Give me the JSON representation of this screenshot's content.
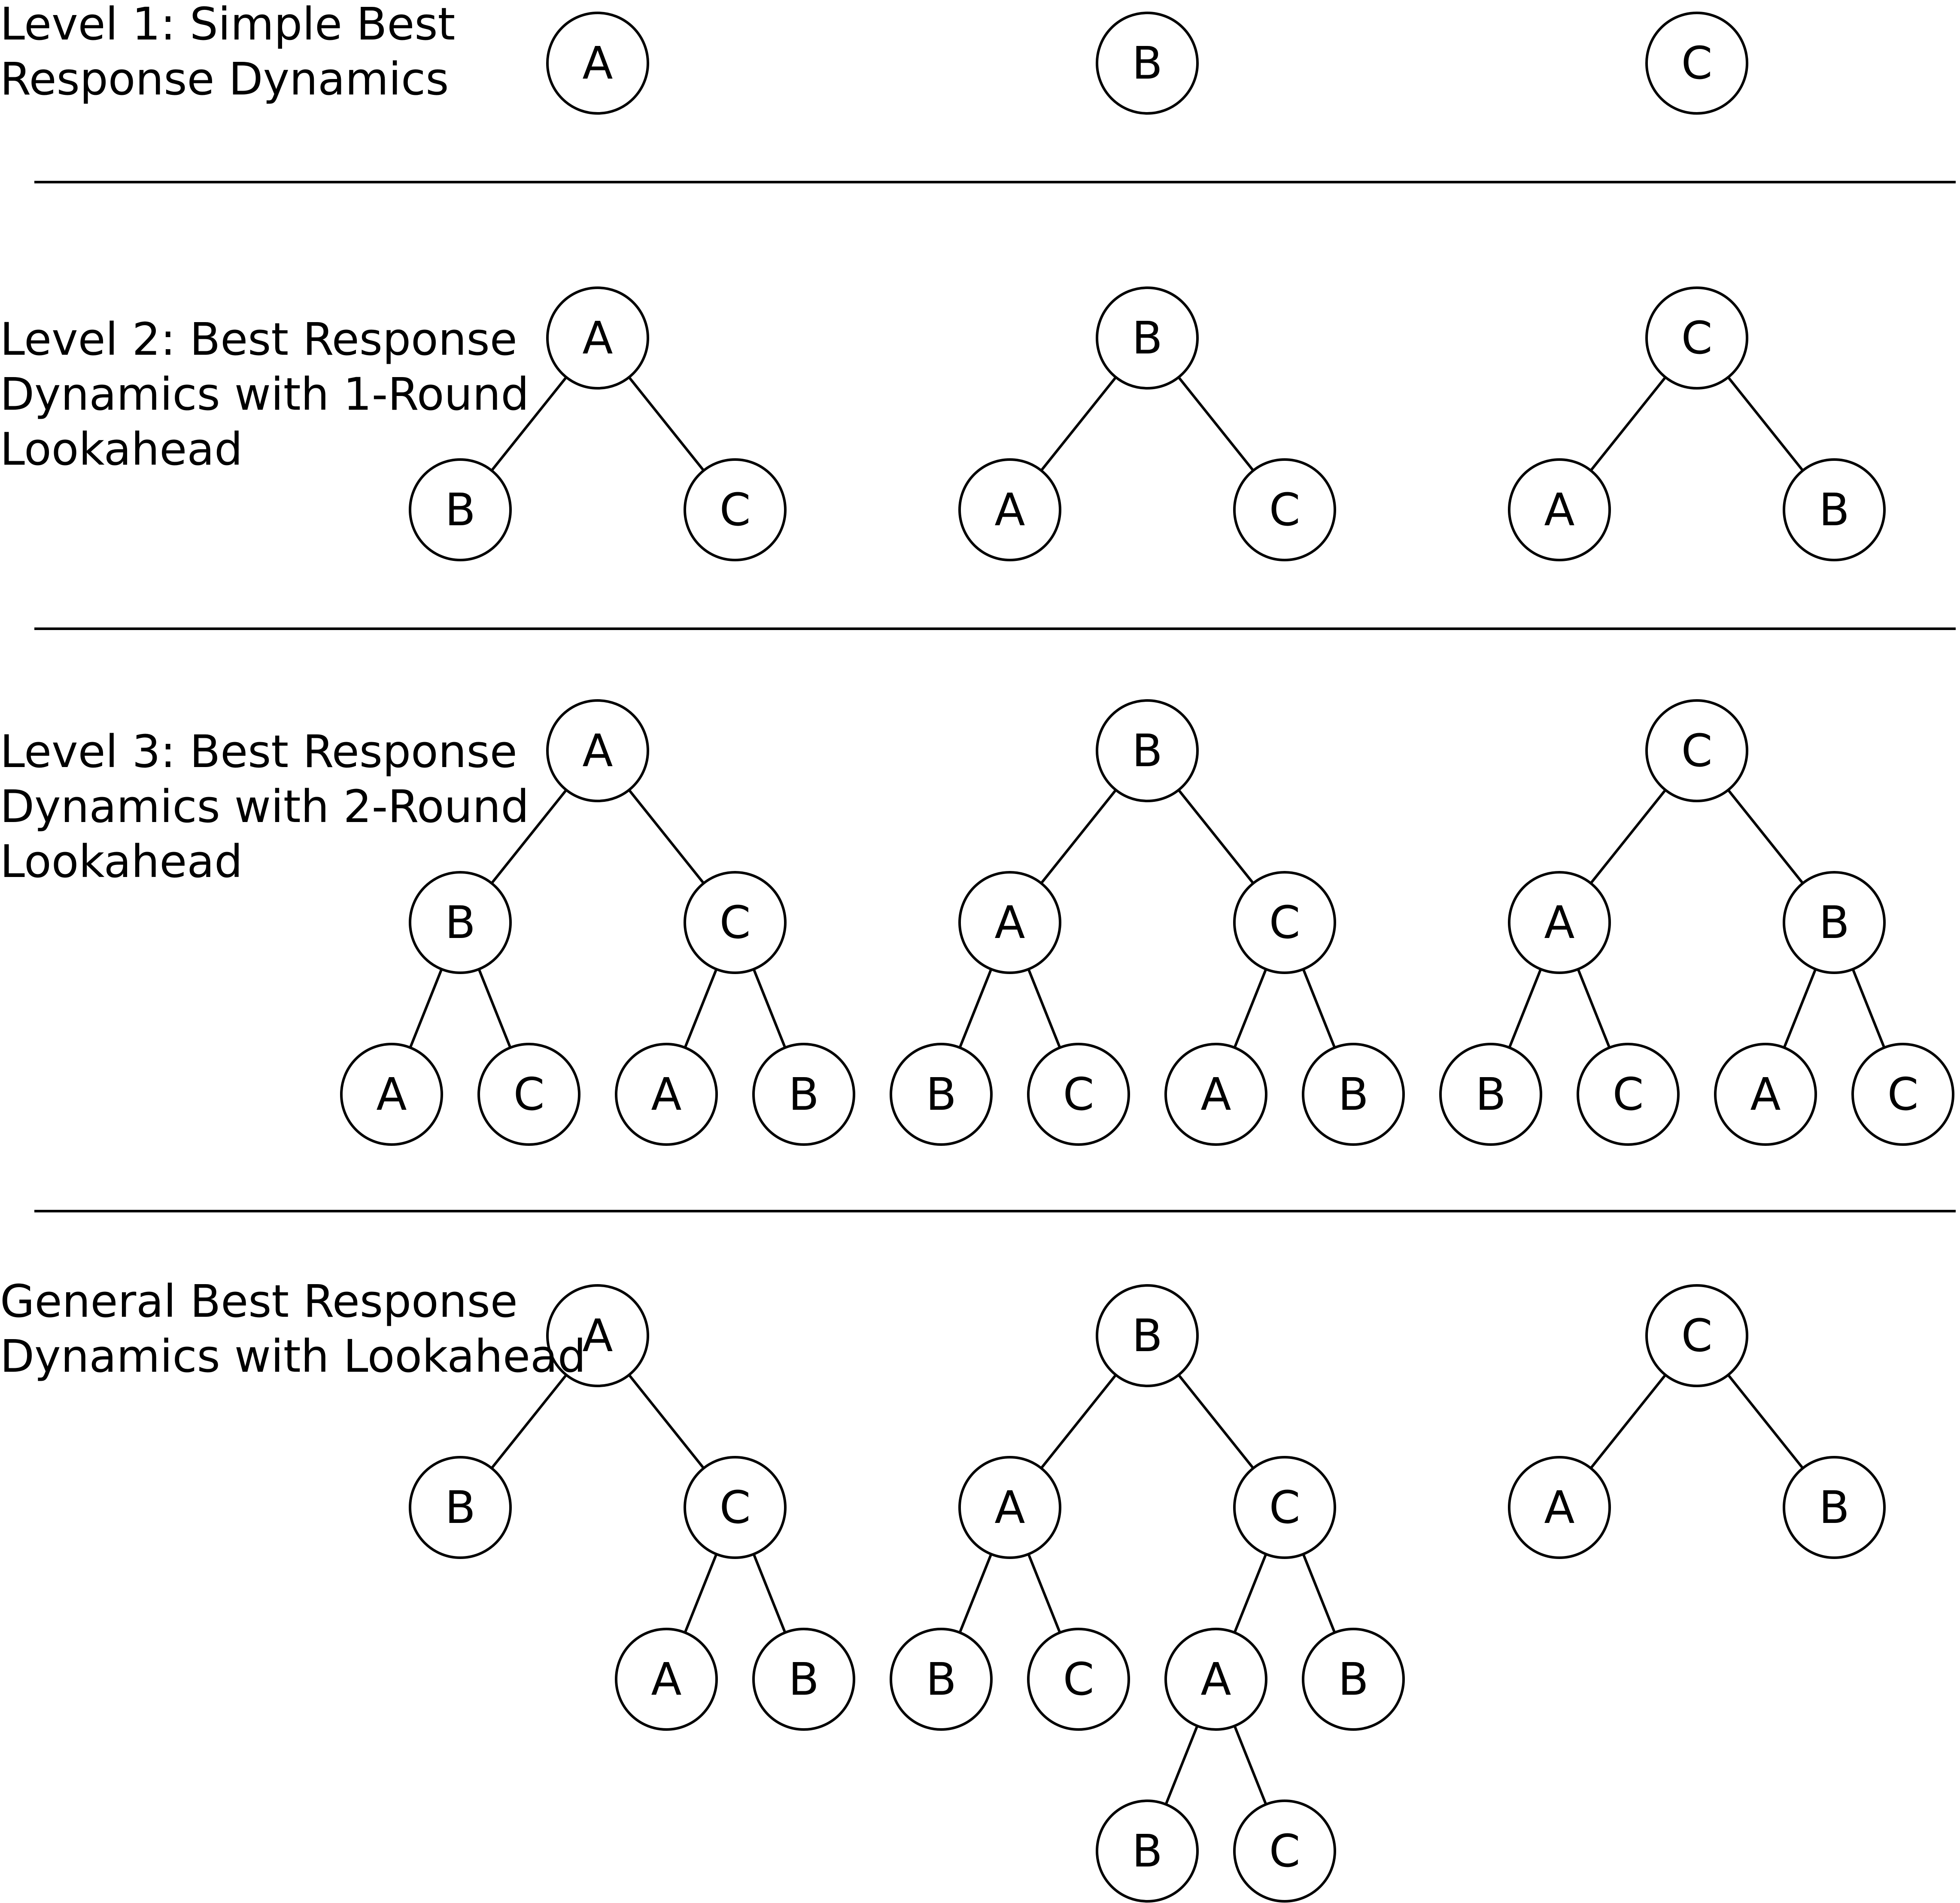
{
  "levels": [
    {
      "label_lines": [
        "Level 1: Simple Best",
        "Response Dynamics"
      ],
      "trees": [
        {
          "label": "A"
        },
        {
          "label": "B"
        },
        {
          "label": "C"
        }
      ]
    },
    {
      "label_lines": [
        "Level 2: Best Response",
        "Dynamics with 1-Round",
        "Lookahead"
      ],
      "trees": [
        {
          "label": "A",
          "children": [
            {
              "label": "B"
            },
            {
              "label": "C"
            }
          ]
        },
        {
          "label": "B",
          "children": [
            {
              "label": "A"
            },
            {
              "label": "C"
            }
          ]
        },
        {
          "label": "C",
          "children": [
            {
              "label": "A"
            },
            {
              "label": "B"
            }
          ]
        }
      ]
    },
    {
      "label_lines": [
        "Level 3: Best Response",
        "Dynamics with 2-Round",
        "Lookahead"
      ],
      "trees": [
        {
          "label": "A",
          "children": [
            {
              "label": "B",
              "children": [
                {
                  "label": "A"
                },
                {
                  "label": "C"
                }
              ]
            },
            {
              "label": "C",
              "children": [
                {
                  "label": "A"
                },
                {
                  "label": "B"
                }
              ]
            }
          ]
        },
        {
          "label": "B",
          "children": [
            {
              "label": "A",
              "children": [
                {
                  "label": "B"
                },
                {
                  "label": "C"
                }
              ]
            },
            {
              "label": "C",
              "children": [
                {
                  "label": "A"
                },
                {
                  "label": "B"
                }
              ]
            }
          ]
        },
        {
          "label": "C",
          "children": [
            {
              "label": "A",
              "children": [
                {
                  "label": "B"
                },
                {
                  "label": "C"
                }
              ]
            },
            {
              "label": "B",
              "children": [
                {
                  "label": "A"
                },
                {
                  "label": "C"
                }
              ]
            }
          ]
        }
      ]
    },
    {
      "label_lines": [
        "General Best Response",
        "Dynamics with Lookahead"
      ],
      "trees": [
        {
          "label": "A",
          "children": [
            {
              "label": "B"
            },
            {
              "label": "C",
              "children": [
                {
                  "label": "A"
                },
                {
                  "label": "B"
                }
              ]
            }
          ]
        },
        {
          "label": "B",
          "children": [
            {
              "label": "A",
              "children": [
                {
                  "label": "B"
                },
                {
                  "label": "C"
                }
              ]
            },
            {
              "label": "C",
              "children": [
                {
                  "label": "A",
                  "children": [
                    {
                      "label": "B"
                    },
                    {
                      "label": "C"
                    }
                  ]
                },
                {
                  "label": "B"
                }
              ]
            }
          ]
        },
        {
          "label": "C",
          "children": [
            {
              "label": "A"
            },
            {
              "label": "B"
            }
          ]
        }
      ]
    }
  ]
}
